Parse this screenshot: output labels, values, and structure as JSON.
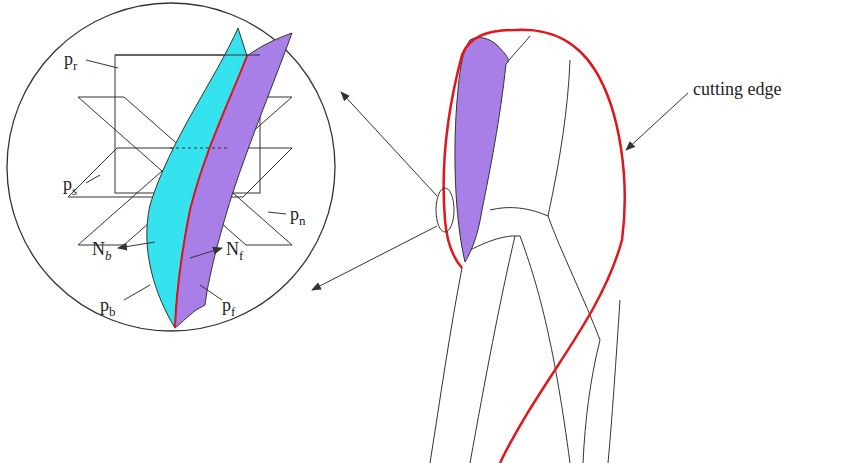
{
  "diagram": {
    "labels": [
      "pr",
      "ps",
      "Nb",
      "Nf",
      "pb",
      "pf",
      "pn",
      "cutting edge"
    ]
  }
}
